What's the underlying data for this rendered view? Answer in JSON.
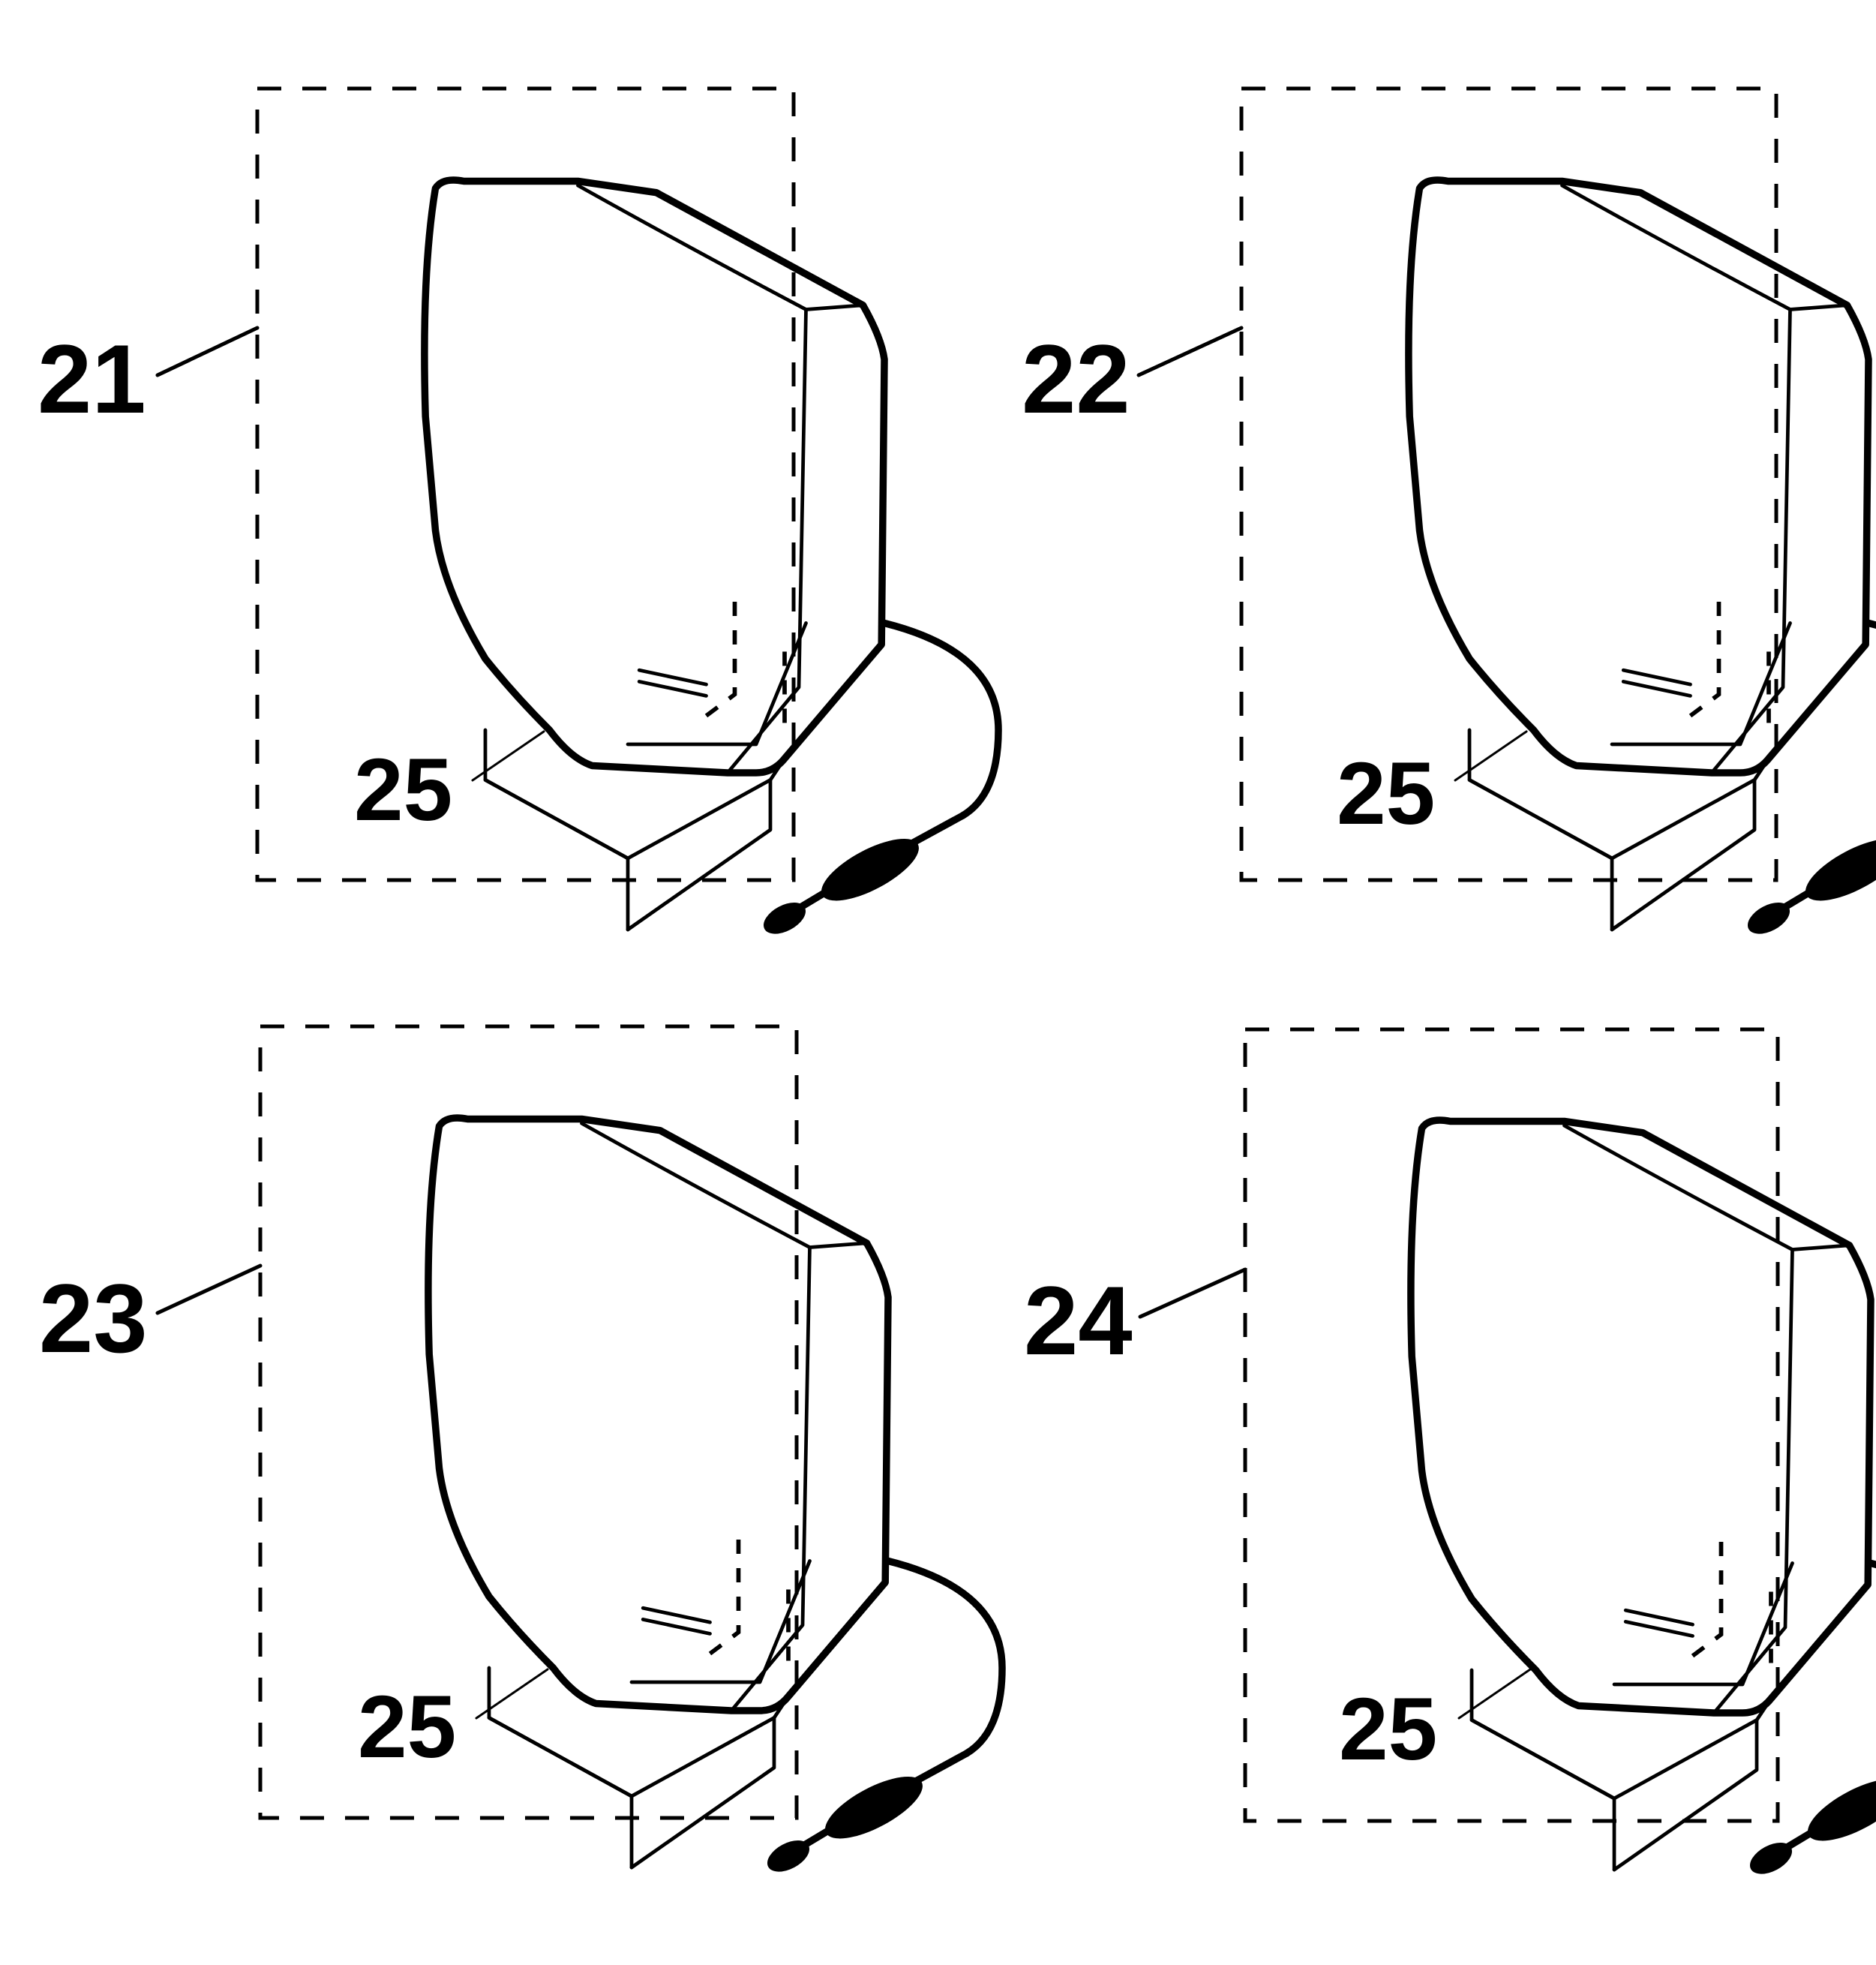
{
  "figure": {
    "panels": [
      {
        "ref": "21",
        "part_ref": "25"
      },
      {
        "ref": "22",
        "part_ref": "25"
      },
      {
        "ref": "23",
        "part_ref": "25"
      },
      {
        "ref": "24",
        "part_ref": "25"
      }
    ]
  },
  "colors": {
    "ink": "#000000",
    "paper": "#ffffff"
  }
}
